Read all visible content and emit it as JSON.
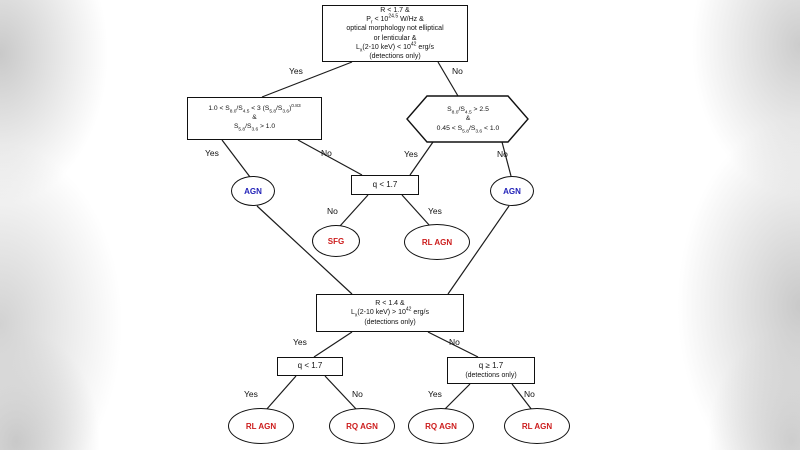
{
  "colors": {
    "agn": "#2222b8",
    "result": "#cc1c1c"
  },
  "labels": {
    "yes": "Yes",
    "no": "No"
  },
  "nodes": {
    "root": {
      "lines": [
        "R < 1.7 &",
        "P<sub>r</sub> < 10<sup>24.5</sup> W/Hz &",
        "optical morphology not elliptical",
        "or lenticular &",
        "L<sub>x</sub>(2-10 keV) < 10<sup>42</sup> erg/s",
        "(detections only)"
      ]
    },
    "irac_wide": {
      "lines": [
        "1.0 < S<sub>8.0</sub>/S<sub>4.5</sub> < 3 (S<sub>5.8</sub>/S<sub>3.6</sub>)<sup>0.83</sup>",
        "&",
        "S<sub>5.8</sub>/S<sub>3.6</sub> > 1.0"
      ]
    },
    "irac_narrow": {
      "lines": [
        "S<sub>8.0</sub>/S<sub>4.5</sub> > 2.5",
        "&",
        "0.45 < S<sub>5.8</sub>/S<sub>3.6</sub> < 1.0"
      ]
    },
    "q_top": {
      "label": "q < 1.7"
    },
    "agn_left": {
      "label": "AGN"
    },
    "agn_right": {
      "label": "AGN"
    },
    "sfg": {
      "label": "SFG"
    },
    "rl_agn_mid": {
      "label": "RL AGN"
    },
    "stage2": {
      "lines": [
        "R < 1.4 &",
        "L<sub>x</sub>(2-10 keV) > 10<sup>42</sup> erg/s",
        "(detections only)"
      ]
    },
    "q_left": {
      "label": "q < 1.7"
    },
    "q_right": {
      "lines": [
        "q ≥ 1.7",
        "(detections only)"
      ]
    },
    "rl_agn_bl": {
      "label": "RL AGN"
    },
    "rq_agn_bl": {
      "label": "RQ AGN"
    },
    "rq_agn_br": {
      "label": "RQ AGN"
    },
    "rl_agn_br": {
      "label": "RL AGN"
    }
  }
}
